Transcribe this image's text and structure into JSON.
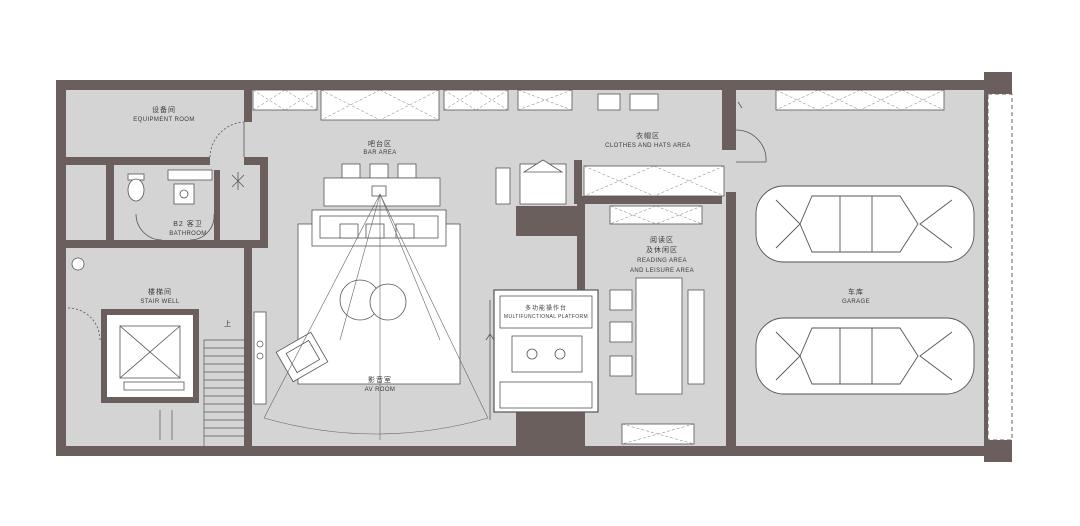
{
  "colors": {
    "wall": "#6b5f5e",
    "floor": "#d4d4d4",
    "furniture": "#ffffff",
    "line": "#555555",
    "background": "#ffffff"
  },
  "rooms": {
    "equipment": {
      "cn": "设备间",
      "en": "EQUIPMENT ROOM"
    },
    "bar": {
      "cn": "吧台区",
      "en": "BAR AREA"
    },
    "clothes": {
      "cn": "衣帽区",
      "en": "CLOTHES AND HATS AREA"
    },
    "bathroom": {
      "cn": "B2 客卫",
      "en": "BATHROOM"
    },
    "reading": {
      "cn": "阅读区",
      "cn2": "及休闲区",
      "en": "READING AREA",
      "en2": "AND LEISURE AREA"
    },
    "stair": {
      "cn": "楼梯间",
      "en": "STAIR WELL"
    },
    "garage": {
      "cn": "车库",
      "en": "GARAGE"
    },
    "multifunction": {
      "cn": "多功能操作台",
      "en": "MULTIFUNCTIONAL PLATFORM"
    },
    "av": {
      "cn": "影音室",
      "en": "AV ROOM"
    }
  },
  "marks": {
    "up": "上"
  }
}
